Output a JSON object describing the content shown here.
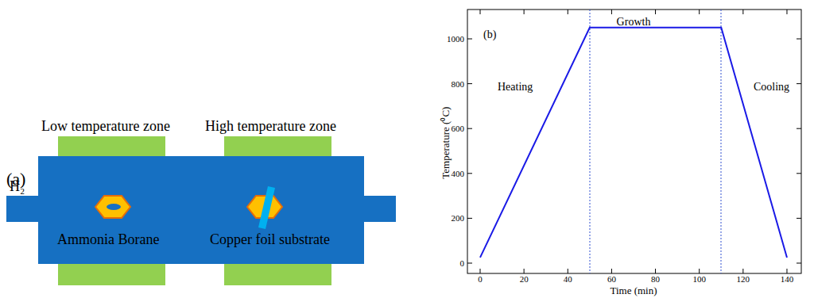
{
  "diagram": {
    "labels": [
      "(a)",
      "Low temperature zone",
      "High temperature zone",
      "H₂",
      "Ammonia Borane",
      "Copper foil substrate",
      "(b)",
      "Heating",
      "Growth",
      "Cooling",
      "Temperature (⁰C)",
      "Time (min)",
      "0",
      "200",
      "400",
      "600",
      "800",
      "1000",
      "0",
      "20",
      "40",
      "60",
      "80",
      "100",
      "120",
      "140"
    ]
  }
}
